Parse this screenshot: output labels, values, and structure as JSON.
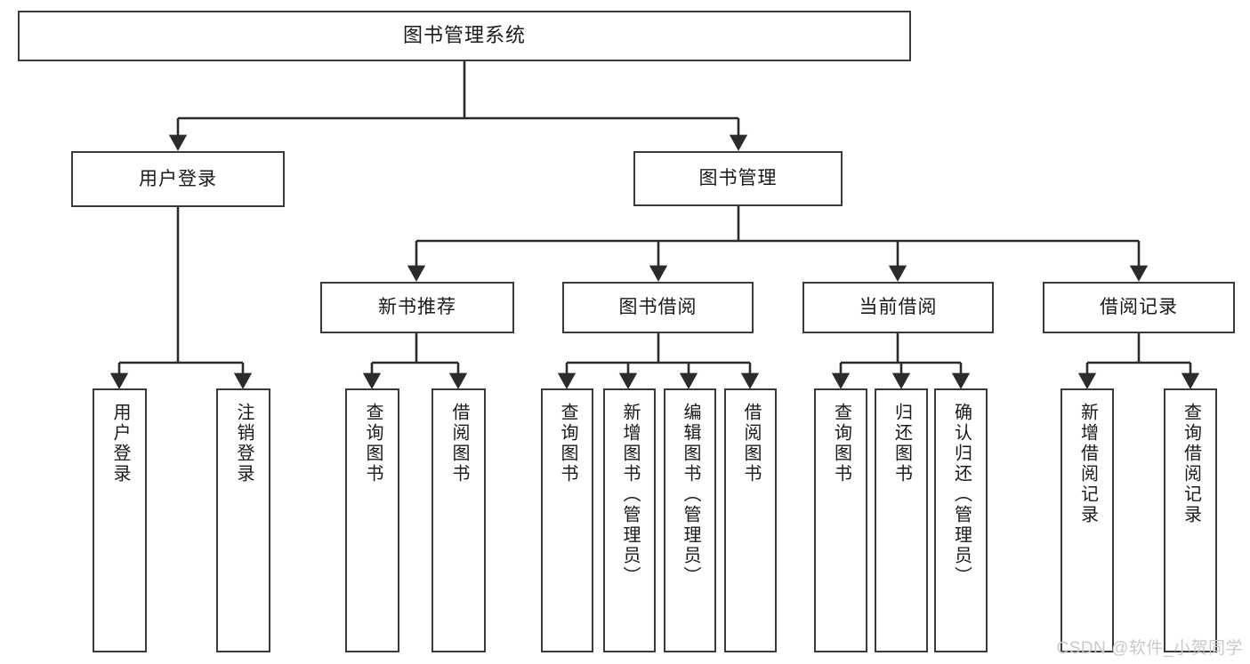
{
  "diagram": {
    "title": "图书管理系统",
    "type": "tree-hierarchy-diagram",
    "colors": {
      "box_border": "#3a3a3a",
      "box_fill": "#ffffff",
      "edge": "#2b2b2b",
      "text": "#1a1a1a",
      "watermark": "#c9c9c9"
    }
  },
  "root": {
    "label": "图书管理系统"
  },
  "level2": [
    {
      "label": "用户登录"
    },
    {
      "label": "图书管理"
    }
  ],
  "level3": [
    {
      "label": "新书推荐"
    },
    {
      "label": "图书借阅"
    },
    {
      "label": "当前借阅"
    },
    {
      "label": "借阅记录"
    }
  ],
  "leaves": {
    "user_login": [
      {
        "label": "用户登录"
      },
      {
        "label": "注销登录"
      }
    ],
    "new_book_recommend": [
      {
        "label": "查询图书"
      },
      {
        "label": "借阅图书"
      }
    ],
    "book_borrow": [
      {
        "label": "查询图书"
      },
      {
        "label": "新增图书（管理员）"
      },
      {
        "label": "编辑图书（管理员）"
      },
      {
        "label": "借阅图书"
      }
    ],
    "current_borrow": [
      {
        "label": "查询图书"
      },
      {
        "label": "归还图书"
      },
      {
        "label": "确认归还（管理员）"
      }
    ],
    "borrow_record": [
      {
        "label": "新增借阅记录"
      },
      {
        "label": "查询借阅记录"
      }
    ]
  },
  "watermark": {
    "text": "CSDN @软件_小贺同学"
  }
}
